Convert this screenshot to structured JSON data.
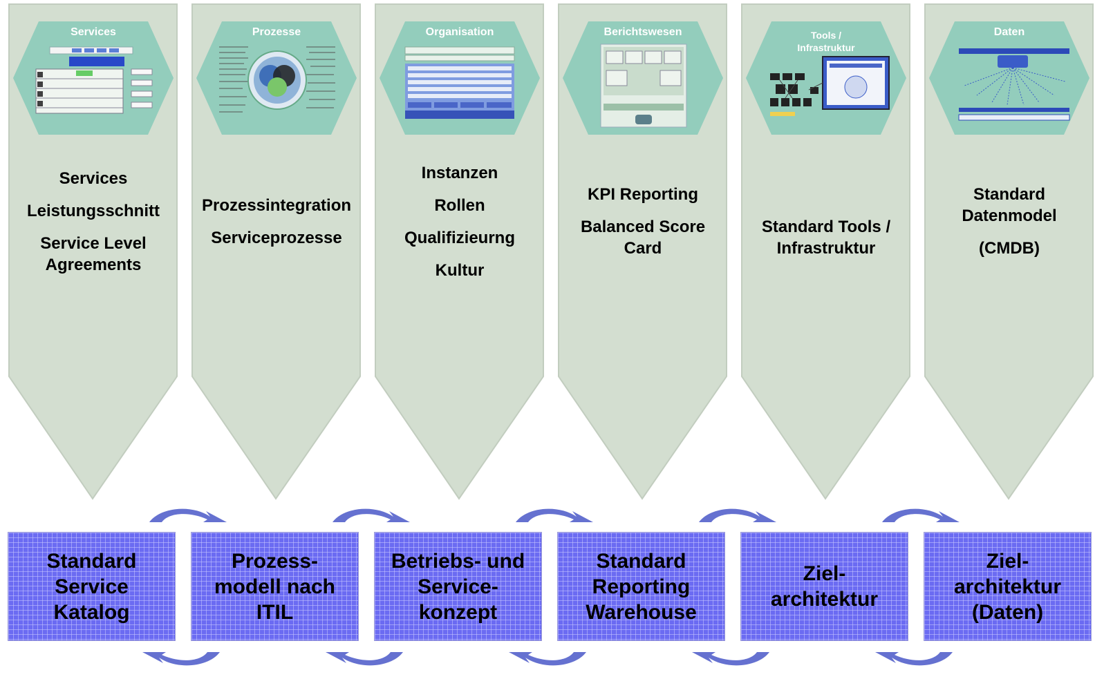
{
  "colors": {
    "pillar_fill": "#d3ded0",
    "pillar_stroke": "#c2cdbf",
    "hex_fill": "#93cdbc",
    "box_fill": "#6b6bf2",
    "arrow_fill": "#4a58c8"
  },
  "columns": [
    {
      "hex_title": "Services",
      "items": [
        "Services",
        "Leistungsschnitt",
        "Service Level\nAgreements"
      ],
      "box_label": "Standard\nService\nKatalog"
    },
    {
      "hex_title": "Prozesse",
      "items": [
        "Prozessintegration",
        "Serviceprozesse"
      ],
      "box_label": "Prozess-\nmodell nach\nITIL"
    },
    {
      "hex_title": "Organisation",
      "items": [
        "Instanzen",
        "Rollen",
        "Qualifizieurng",
        "Kultur"
      ],
      "box_label": "Betriebs- und\nService-\nkonzept"
    },
    {
      "hex_title": "Berichtswesen",
      "items": [
        "KPI Reporting",
        "Balanced Score\nCard"
      ],
      "box_label": "Standard\nReporting\nWarehouse"
    },
    {
      "hex_title": "Tools /\nInfrastruktur",
      "items": [
        "Standard Tools /\nInfrastruktur"
      ],
      "box_label": "Ziel-\narchitektur"
    },
    {
      "hex_title": "Daten",
      "items": [
        "Standard\nDatenmodel",
        "(CMDB)"
      ],
      "box_label": "Ziel-\narchitektur\n(Daten)"
    }
  ]
}
